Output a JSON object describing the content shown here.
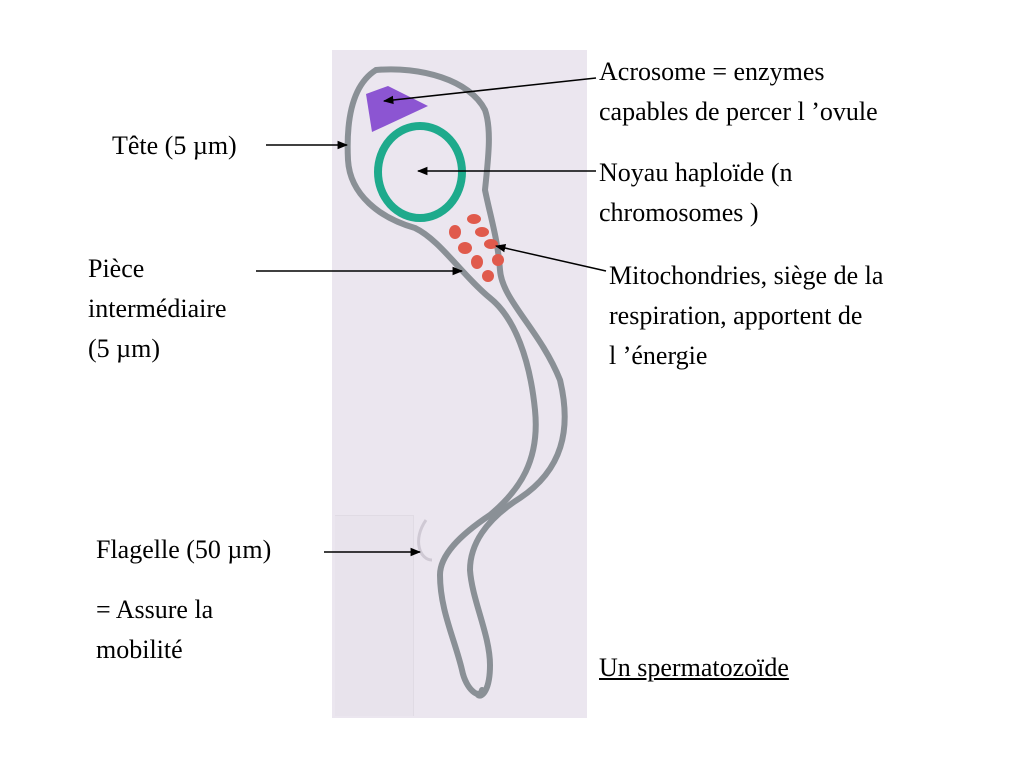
{
  "labels": {
    "acrosome": [
      "Acrosome = enzymes",
      "capables de percer l ’ovule"
    ],
    "noyau": [
      "Noyau haploïde (n",
      "chromosomes )"
    ],
    "mitochondries": [
      "Mitochondries, siège de la",
      "respiration, apportent de",
      "l ’énergie"
    ],
    "tete": "Tête (5 µm)",
    "piece": [
      "Pièce",
      "intermédiaire",
      "(5 µm)"
    ],
    "flagelle": "Flagelle (50 µm)",
    "mobilite": [
      "= Assure la",
      "mobilité"
    ]
  },
  "caption": "Un spermatozoïde",
  "colors": {
    "acrosome": "#8c55d2",
    "nucleus": "#1eaa8c",
    "mitochondria": "#e05a4c",
    "outline": "#8a9096",
    "paper": "#ebe6ef"
  }
}
